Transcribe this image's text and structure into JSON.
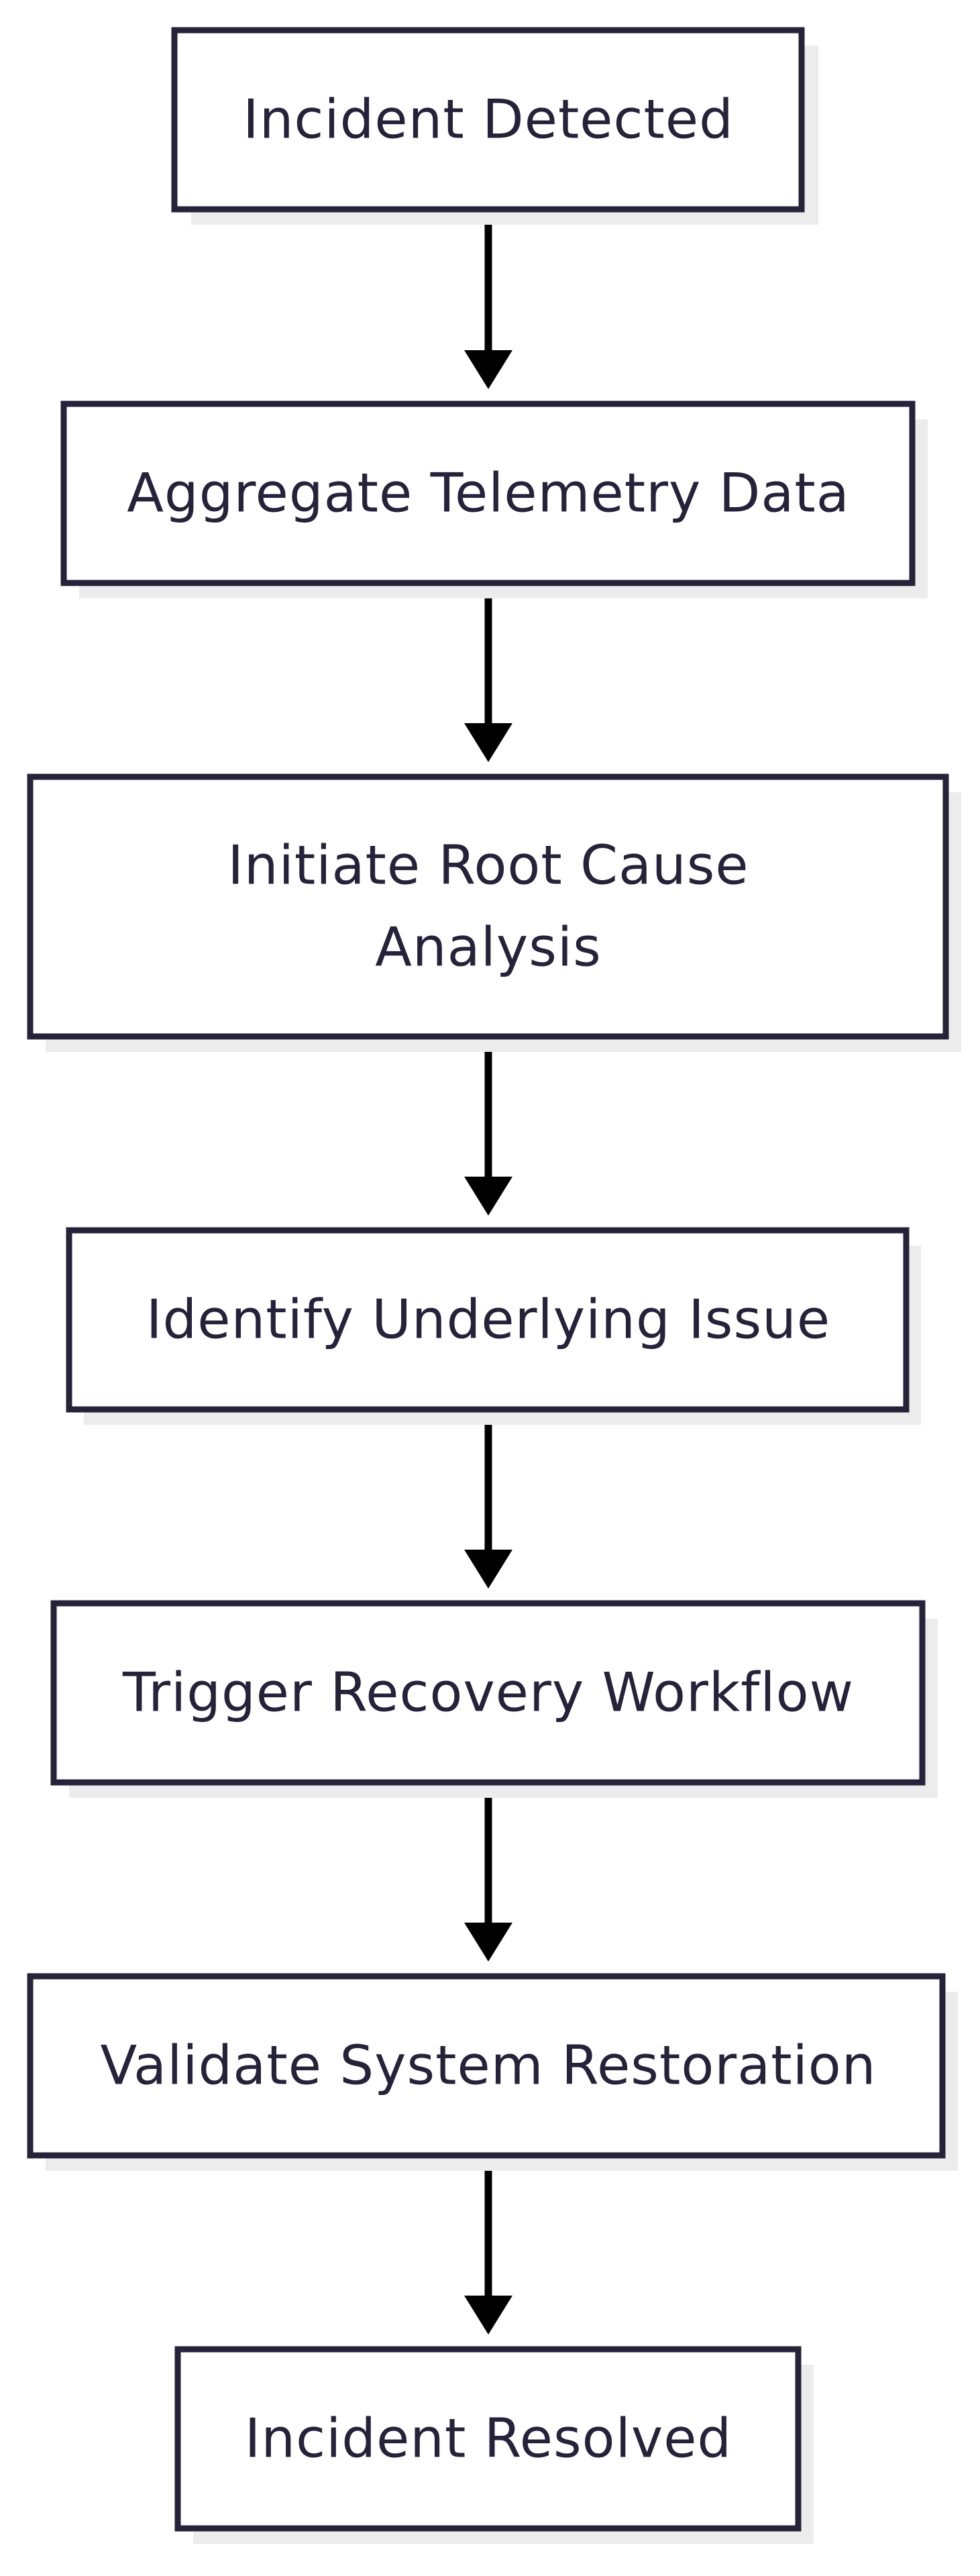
{
  "diagram": {
    "type": "flowchart",
    "direction": "top-to-bottom",
    "steps": [
      {
        "id": "incident-detected",
        "label": "Incident Detected"
      },
      {
        "id": "aggregate-telemetry-data",
        "label": "Aggregate Telemetry Data"
      },
      {
        "id": "initiate-root-cause-analysis",
        "label": "Initiate Root Cause Analysis",
        "lines": [
          "Initiate Root Cause",
          "Analysis"
        ]
      },
      {
        "id": "identify-underlying-issue",
        "label": "Identify Underlying Issue"
      },
      {
        "id": "trigger-recovery-workflow",
        "label": "Trigger Recovery Workflow"
      },
      {
        "id": "validate-system-restoration",
        "label": "Validate System Restoration"
      },
      {
        "id": "incident-resolved",
        "label": "Incident Resolved"
      }
    ],
    "edges": [
      {
        "from": "incident-detected",
        "to": "aggregate-telemetry-data"
      },
      {
        "from": "aggregate-telemetry-data",
        "to": "initiate-root-cause-analysis"
      },
      {
        "from": "initiate-root-cause-analysis",
        "to": "identify-underlying-issue"
      },
      {
        "from": "identify-underlying-issue",
        "to": "trigger-recovery-workflow"
      },
      {
        "from": "trigger-recovery-workflow",
        "to": "validate-system-restoration"
      },
      {
        "from": "validate-system-restoration",
        "to": "incident-resolved"
      }
    ]
  },
  "colors": {
    "box_border": "#25223a",
    "box_fill": "#ffffff",
    "text": "#25223a",
    "shadow": "#ececec",
    "arrow": "#000000"
  }
}
